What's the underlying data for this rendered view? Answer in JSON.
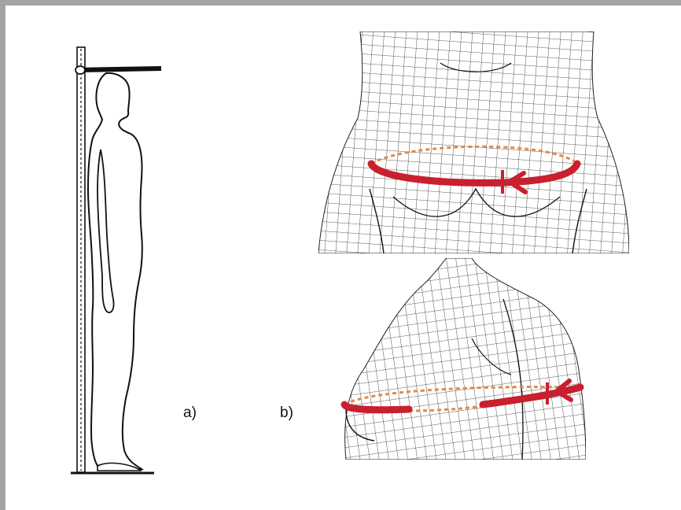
{
  "labels": {
    "a": "a)",
    "b": "b)"
  },
  "icons": {
    "stadiometer": "stadiometer-height-measurement-drawing",
    "front_mesh": "female-torso-wireframe-front-bust-girth",
    "side_mesh": "female-torso-wireframe-side-bust-girth"
  },
  "colors": {
    "frame": "#a3a3a3",
    "measure_arrow": "#c8202e",
    "dashed_line": "#e08a4a",
    "ink": "#111111"
  }
}
